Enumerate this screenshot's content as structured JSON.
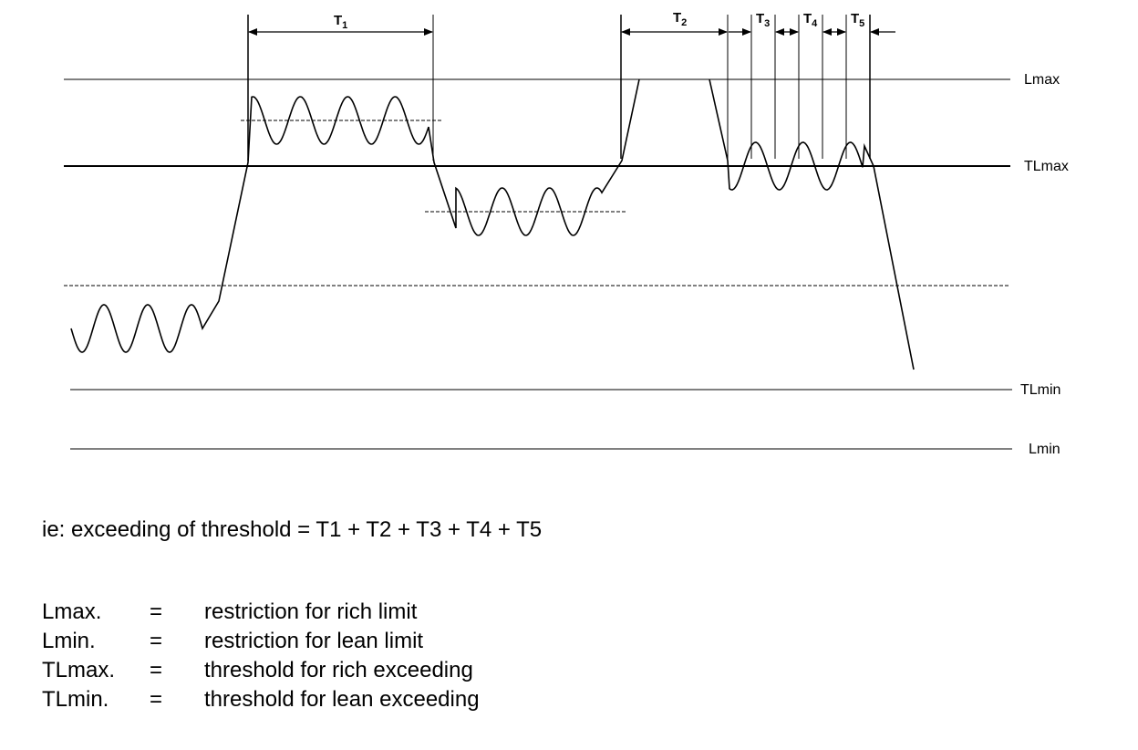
{
  "levels": {
    "lmax": "Lmax",
    "tlmax": "TLmax",
    "tlmin": "TLmin",
    "lmin": "Lmin"
  },
  "periods": [
    {
      "main": "T",
      "sub": "1"
    },
    {
      "main": "T",
      "sub": "2"
    },
    {
      "main": "T",
      "sub": "3"
    },
    {
      "main": "T",
      "sub": "4"
    },
    {
      "main": "T",
      "sub": "5"
    }
  ],
  "caption": "ie: exceeding of threshold = T1 + T2 + T3 + T4 + T5",
  "legend": [
    {
      "term": "Lmax.",
      "eq": "=",
      "desc": "restriction for rich limit"
    },
    {
      "term": "Lmin.",
      "eq": "=",
      "desc": "restriction for lean limit"
    },
    {
      "term": "TLmax.",
      "eq": "=",
      "desc": "threshold for rich exceeding"
    },
    {
      "term": "TLmin.",
      "eq": "=",
      "desc": "threshold for lean exceeding"
    }
  ]
}
